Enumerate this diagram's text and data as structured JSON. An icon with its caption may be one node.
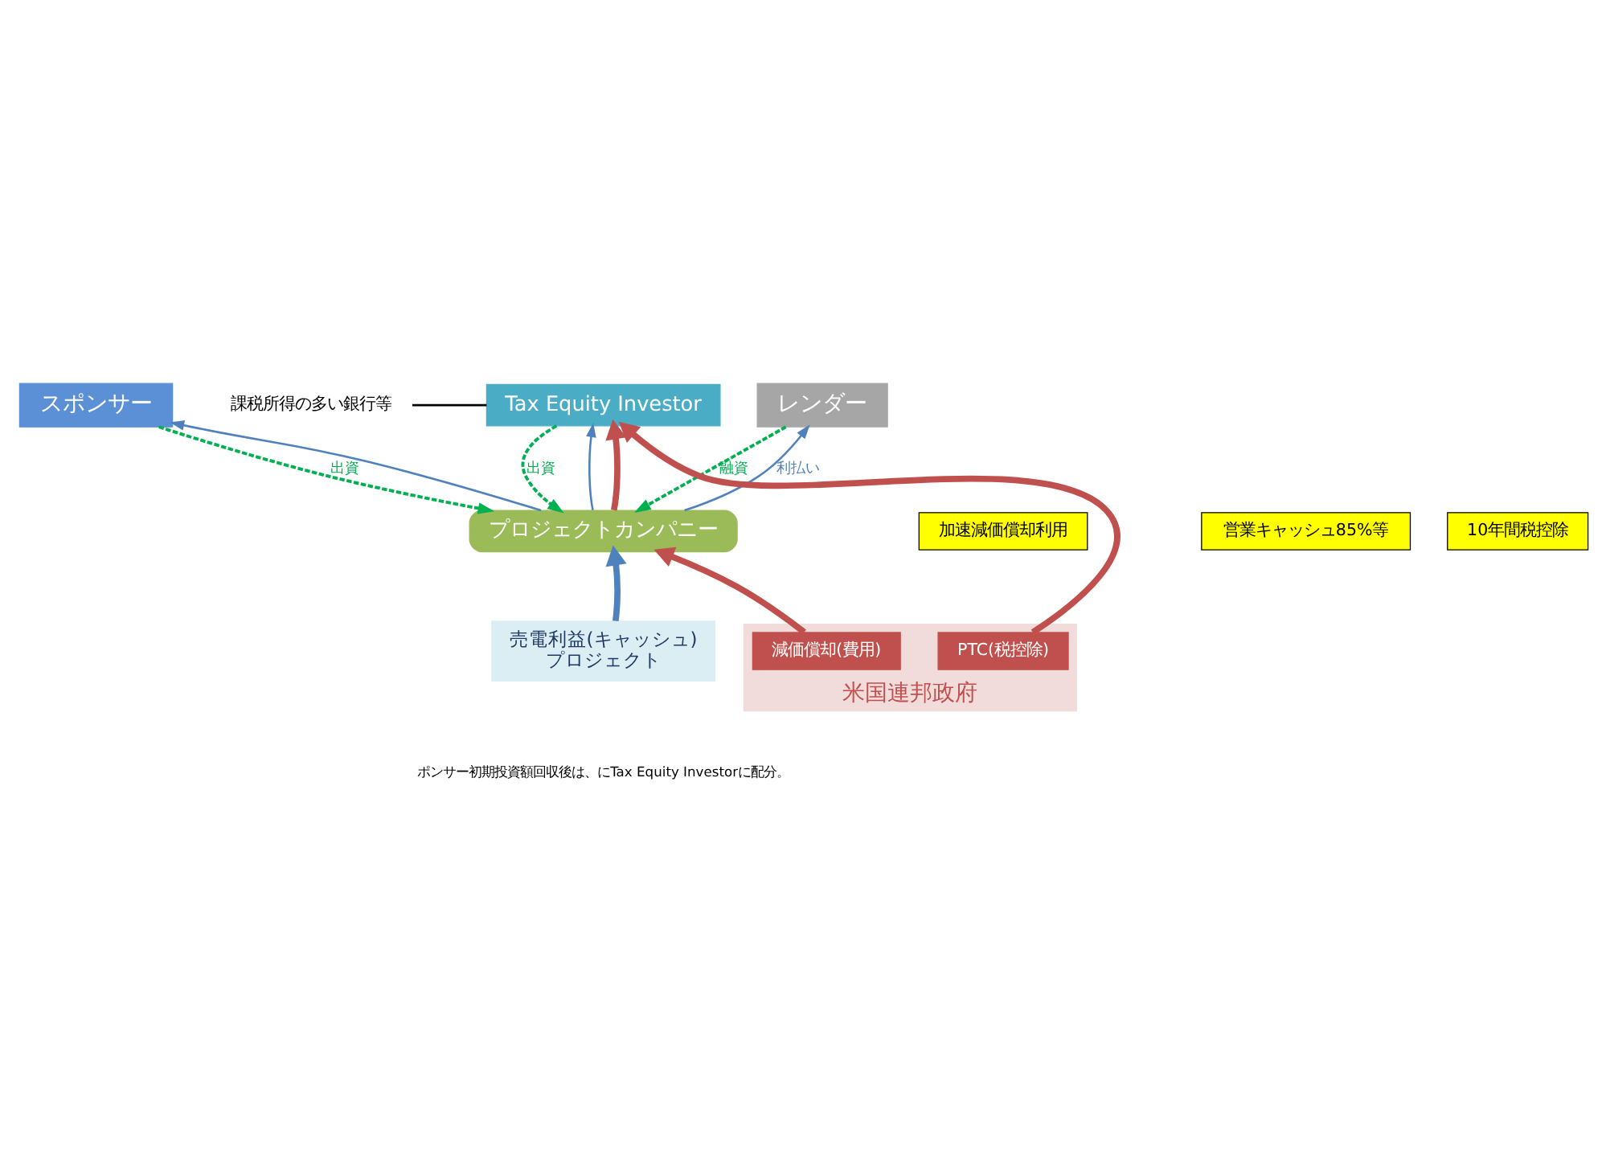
{
  "diagram": {
    "nodes": [
      {
        "text": [
          "スポンサー"
        ]
      },
      {
        "text": [
          "レンダー"
        ]
      },
      {
        "text": [
          "Tax Equity Investor"
        ]
      },
      {
        "text": [
          "課税所得の多い銀行等"
        ]
      },
      {
        "text": [
          "プロジェクトカンパニー"
        ]
      },
      {
        "text": [
          "営業キャッシュ85%等"
        ]
      },
      {
        "text": [
          "加速減価償却利用"
        ]
      },
      {
        "text": [
          "10年間税控除"
        ]
      },
      {
        "text": [
          "売電利益(キャッシュ)",
          "プロジェクト"
        ]
      },
      {
        "text": [
          "米国連邦政府"
        ]
      },
      {
        "text": [
          "PTC(税控除)"
        ],
        "in": 9
      },
      {
        "text": [
          "減価償却(費用)"
        ],
        "in": 9
      }
    ],
    "edges": [
      {
        "from": 0,
        "to": 4,
        "arrow": "to",
        "label": "出資",
        "style": "dashed",
        "color": "#00b050"
      },
      {
        "from": 4,
        "to": 0,
        "arrow": "to",
        "color": "#4f81bd"
      },
      {
        "from": 1,
        "to": 4,
        "arrow": "to",
        "label": "融資",
        "style": "dashed",
        "color": "#00b050"
      },
      {
        "from": 4,
        "to": 1,
        "arrow": "to",
        "label": "利払い",
        "color": "#4f81bd"
      },
      {
        "from": 2,
        "to": 4,
        "arrow": "to",
        "label": "出資",
        "style": "dashed",
        "color": "#00b050"
      },
      {
        "from": 4,
        "to": 2,
        "arrow": "to",
        "color": "#4f81bd"
      },
      {
        "from": 4,
        "to": 2,
        "arrow": "to",
        "style": "thick",
        "color": "#c0504d"
      },
      {
        "from": 10,
        "to": 2,
        "arrow": "to",
        "style": "thick",
        "color": "#c0504d"
      },
      {
        "from": 11,
        "to": 4,
        "arrow": "to",
        "style": "thick",
        "color": "#c0504d"
      },
      {
        "from": 8,
        "to": 4,
        "arrow": "to",
        "style": "thick",
        "color": "#4f81bd"
      },
      {
        "from": 3,
        "to": 2,
        "arrow": "none",
        "color": "#000000"
      }
    ],
    "labels": [
      "ポンサー初期投資額回収後は、にTax Equity Investorに配分。"
    ]
  }
}
